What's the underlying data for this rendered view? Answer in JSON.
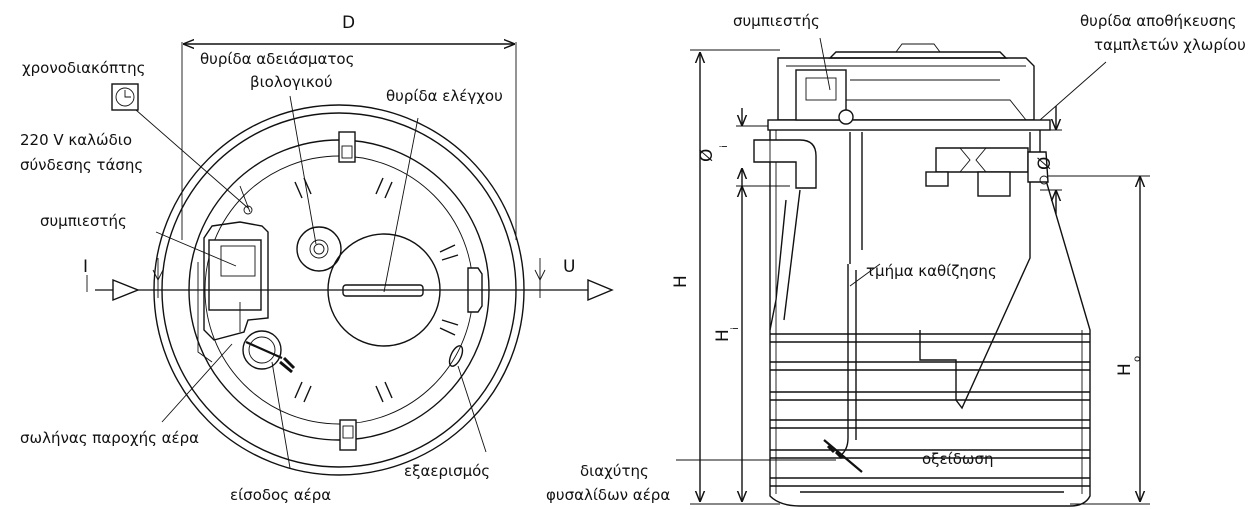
{
  "labels": {
    "dimension_d": "D",
    "timer": "χρονοδιακόπτης",
    "sludge_hatch_line1": "θυρίδα αδειάσματος",
    "sludge_hatch_line2": "βιολογικού",
    "inspection_hatch": "θυρίδα ελέγχου",
    "cable_line1": "220 V καλώδιο",
    "cable_line2": "σύνδεσης τάσης",
    "compressor_left": "συμπιεστής",
    "inlet": "I",
    "outlet": "U",
    "air_supply_pipe": "σωλήνας παροχής αέρα",
    "air_inlet": "είσοδος αέρα",
    "ventilation": "εξαερισμός",
    "compressor_right": "συμπιεστής",
    "chlorine_hatch_line1": "θυρίδα αποθήκευσης",
    "chlorine_hatch_line2": "ταμπλετών χλωρίου",
    "dimension_di": "Ø",
    "dimension_di_sub": "i",
    "dimension_do": "Ø",
    "dimension_h": "H",
    "dimension_hi": "H",
    "dimension_hi_sub": "i",
    "dimension_ho": "H",
    "dimension_ho_sub": "o",
    "settling_section": "τμήμα καθίζησης",
    "diffuser_line1": "διαχύτης",
    "diffuser_line2": "φυσαλίδων αέρα",
    "oxidation": "οξείδωση"
  }
}
